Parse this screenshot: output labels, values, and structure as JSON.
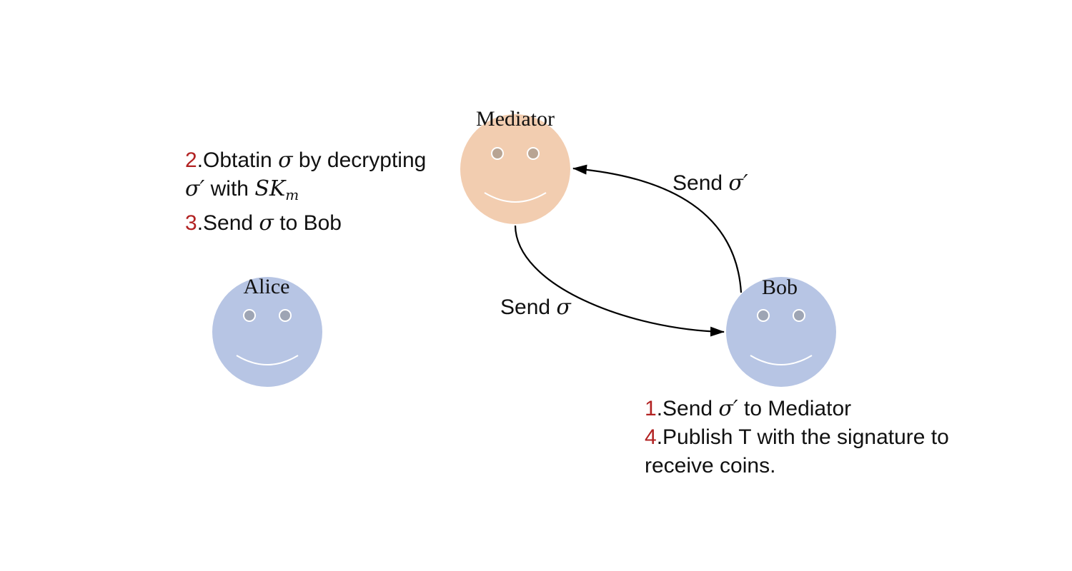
{
  "actors": {
    "mediator": {
      "name": "Mediator",
      "face_color": "#f2cdb0",
      "eye_color": "#b8a493"
    },
    "alice": {
      "name": "Alice",
      "face_color": "#b7c5e4",
      "eye_color": "#9ea5b4"
    },
    "bob": {
      "name": "Bob",
      "face_color": "#b7c5e4",
      "eye_color": "#9ea5b4"
    }
  },
  "arrows": {
    "bob_to_mediator": {
      "label_prefix": "Send ",
      "label_symbol": "σ′"
    },
    "mediator_to_bob": {
      "label_prefix": "Send ",
      "label_symbol": "σ"
    }
  },
  "mediator_steps": {
    "line1": {
      "num": "2",
      "text_a": ".Obtatin ",
      "sym": "σ",
      "text_b": " by decrypting"
    },
    "line2": {
      "sym_a": "σ′",
      "text_a": " with ",
      "sym_b": "SK",
      "sub_b": "m"
    },
    "line3": {
      "num": "3",
      "text_a": ".Send ",
      "sym": "σ",
      "text_b": " to Bob"
    }
  },
  "bob_steps": {
    "line1": {
      "num": "1",
      "text_a": ".Send ",
      "sym": "σ′",
      "text_b": " to Mediator"
    },
    "line2": {
      "num": "4",
      "text_a": ".Publish T with the signature to"
    },
    "line3": {
      "text_a": "receive coins."
    }
  },
  "colors": {
    "step_number": "#b22222",
    "smile": "#ffffff",
    "arrow": "#000000"
  }
}
